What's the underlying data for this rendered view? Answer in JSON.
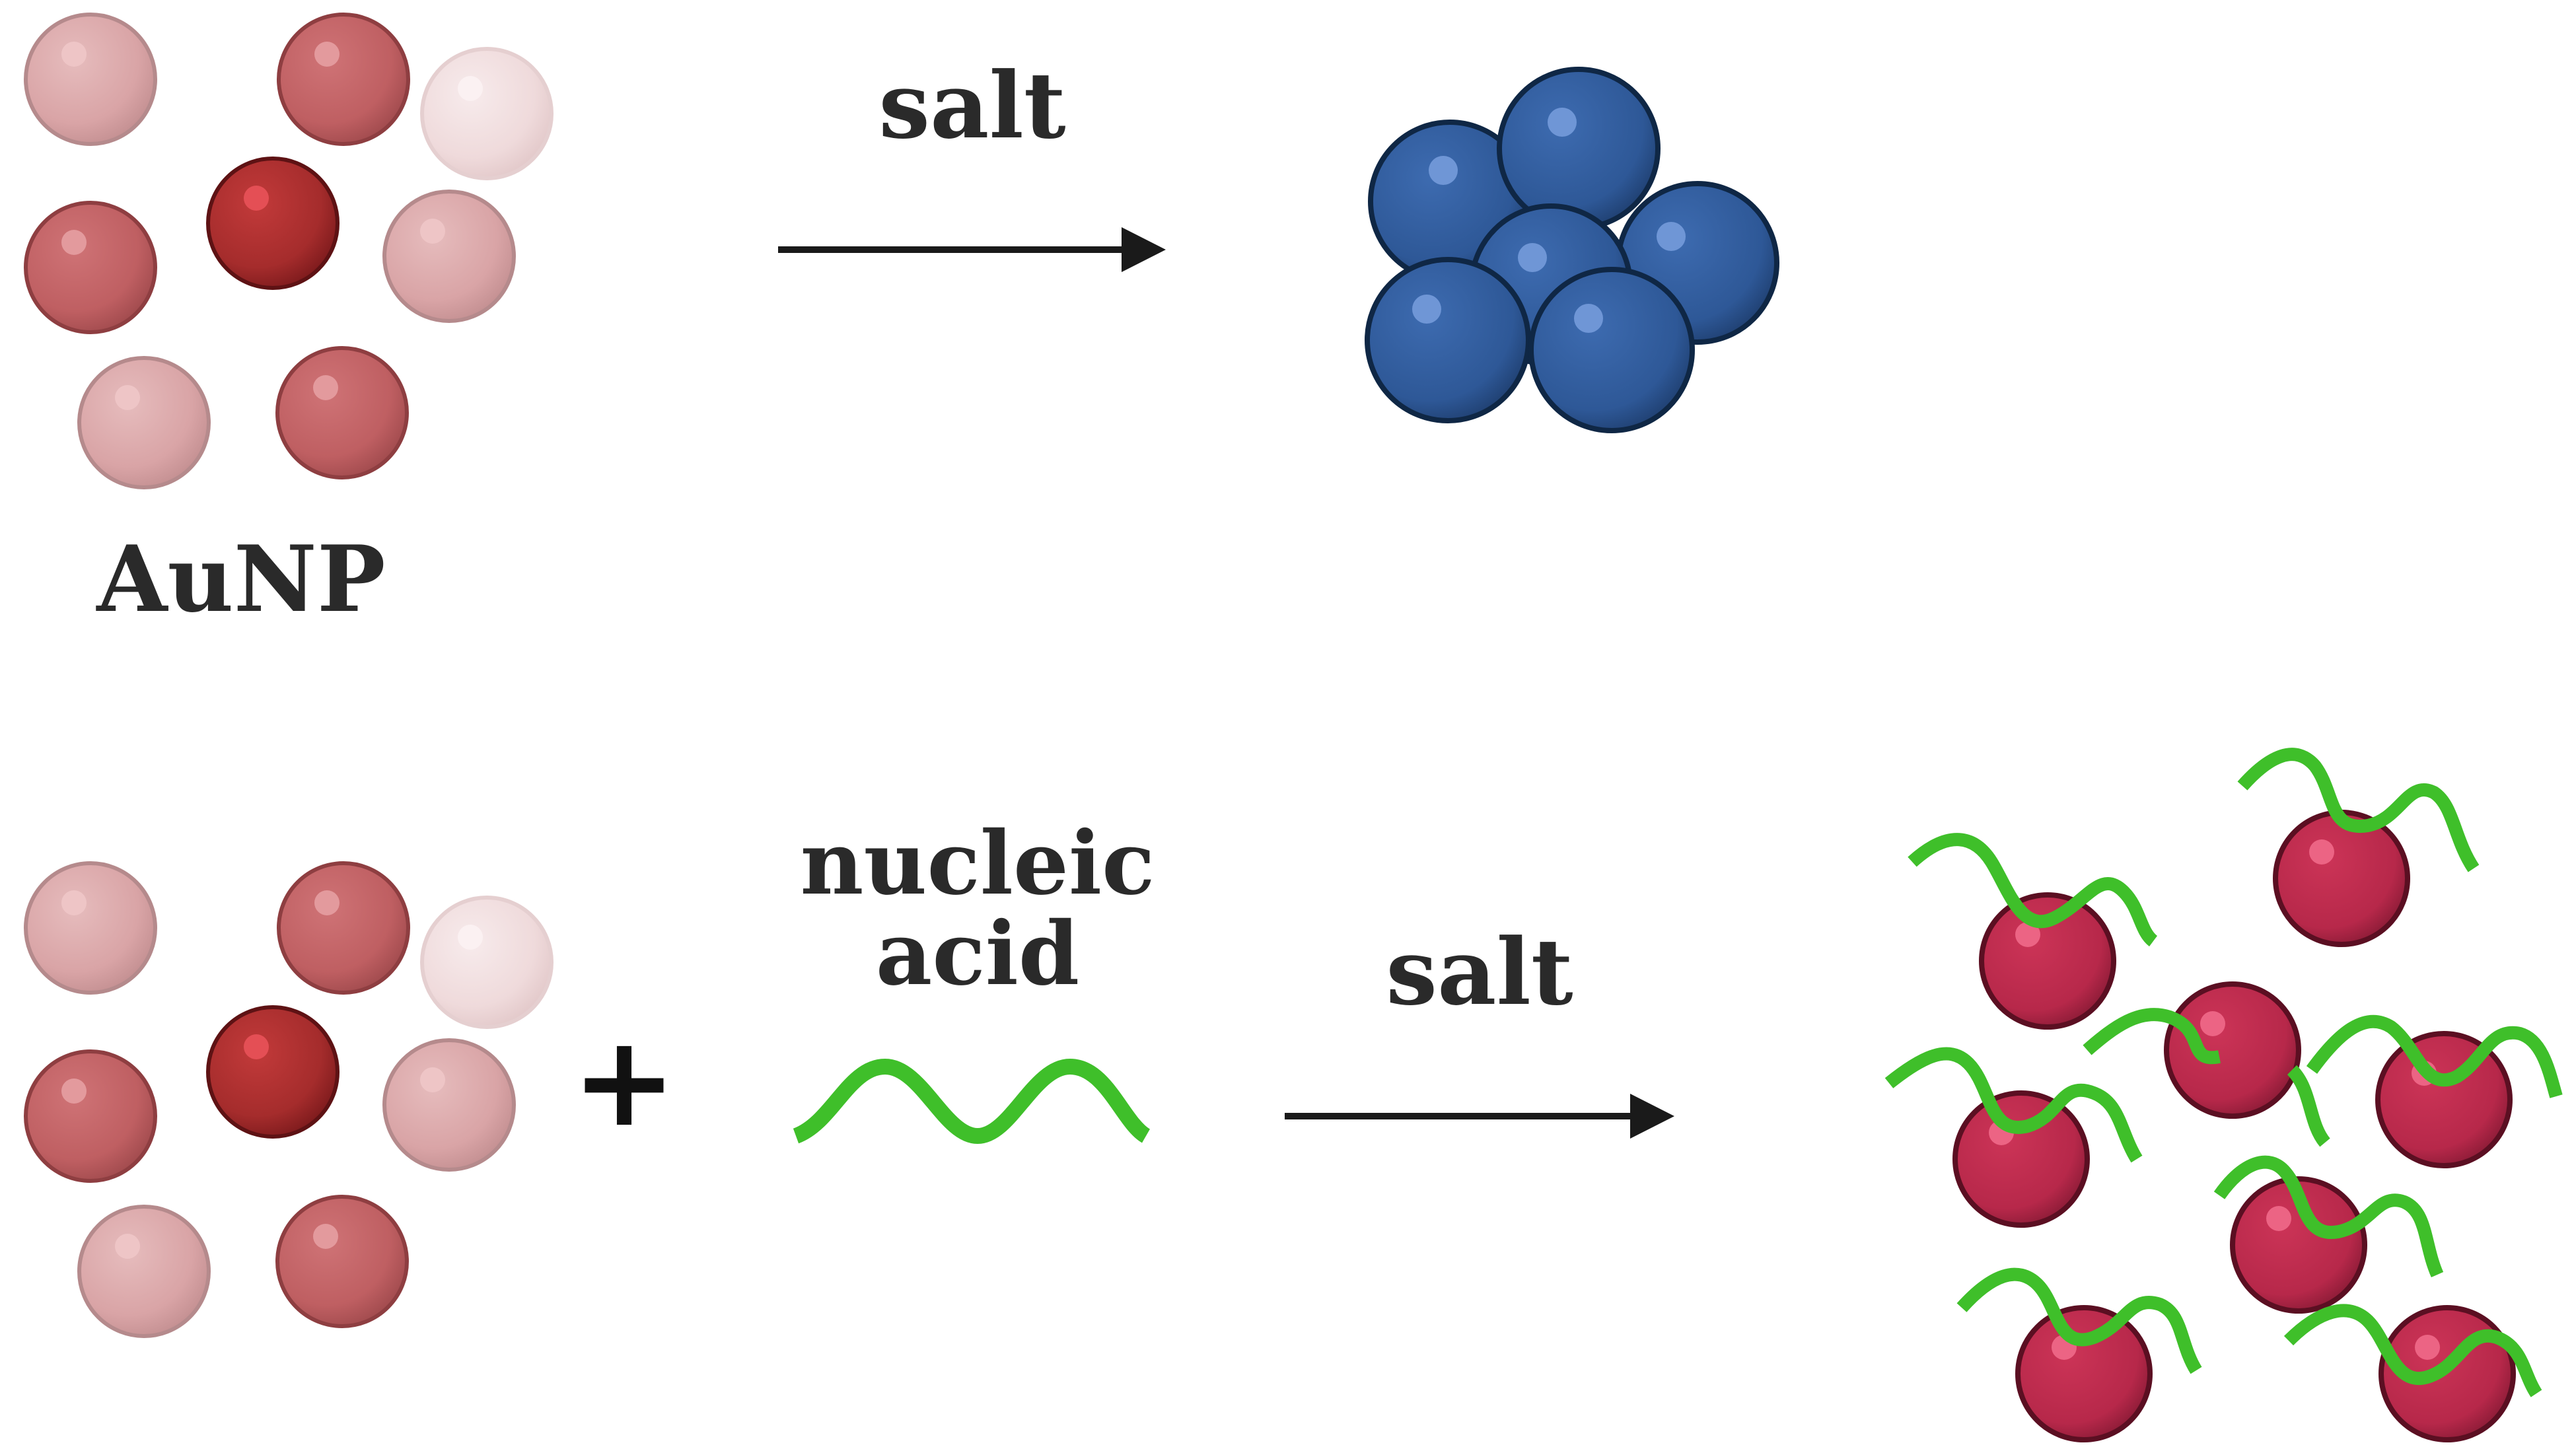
{
  "labels": {
    "top_reagent": "salt",
    "aunp": "AuNP",
    "plus": "+",
    "nucleic_line1": "nucleic",
    "nucleic_line2": "acid",
    "bottom_reagent": "salt"
  },
  "colors": {
    "red_dark": "#a8302e",
    "red_mid": "#c06265",
    "red_light": "#d9a5a6",
    "red_faint": "#f0dcdd",
    "blue": "#2f5a9a",
    "blue_dark": "#0f2745",
    "crimson": "#b8294a",
    "dna_green": "#3fbf2a",
    "arrow": "#1a1a1a"
  }
}
